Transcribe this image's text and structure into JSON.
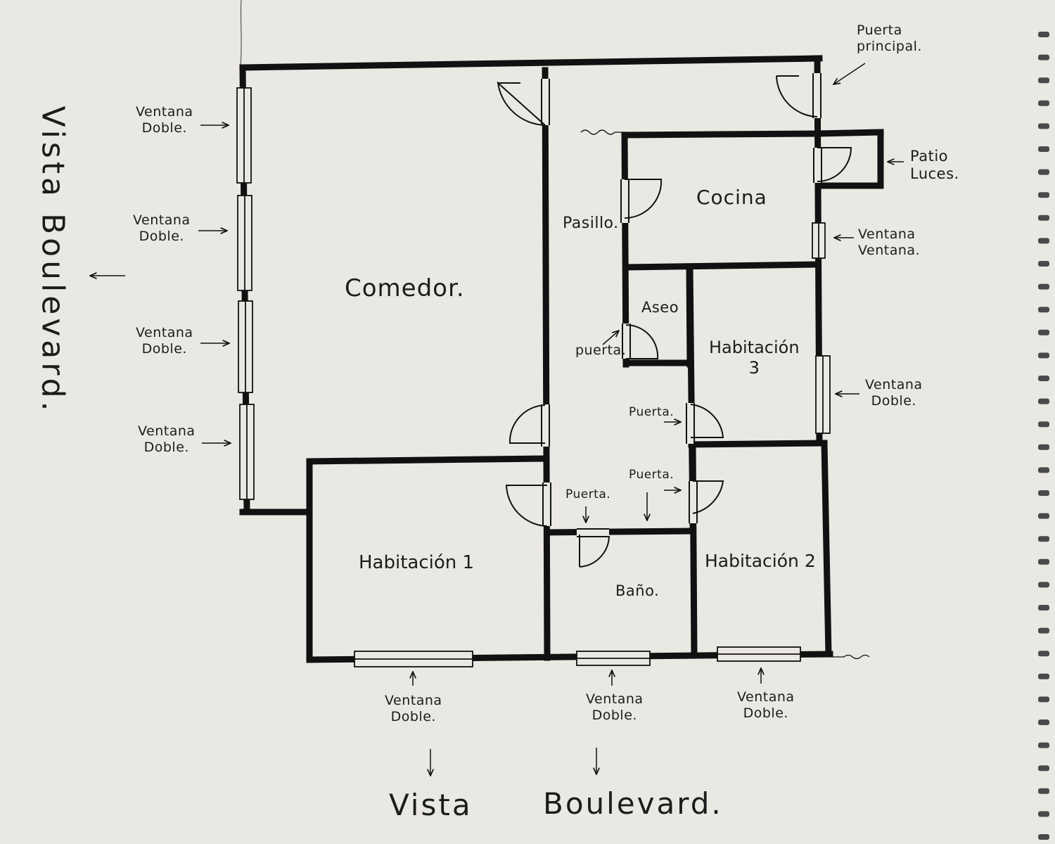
{
  "rooms": {
    "comedor": "Comedor.",
    "pasillo": "Pasillo.",
    "cocina": "Cocina",
    "aseo": "Aseo",
    "habitacion3_line1": "Habitación",
    "habitacion3_line2": "3",
    "habitacion1": "Habitación 1",
    "habitacion2": "Habitación 2",
    "bano": "Baño."
  },
  "annotations": {
    "puerta_principal": [
      "Puerta",
      "principal."
    ],
    "patio_luces": [
      "Patio",
      "Luces."
    ],
    "ventana_ventana": [
      "Ventana",
      "Ventana."
    ],
    "ventana_doble": [
      "Ventana",
      "Doble."
    ],
    "puerta_lower": "puerta.",
    "puerta": "Puerta."
  },
  "views": {
    "left": "Vista Boulevard.",
    "bottom_word1": "Vista",
    "bottom_word2": "Boulevard."
  },
  "colors": {
    "paper": "#eae8e3",
    "ink": "#111111"
  }
}
